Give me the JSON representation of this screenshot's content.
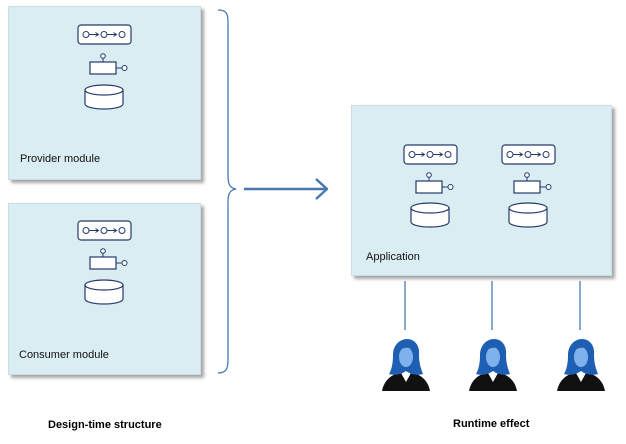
{
  "modules": [
    {
      "label": "Provider module"
    },
    {
      "label": "Consumer module"
    }
  ],
  "application": {
    "label": "Application"
  },
  "captions": {
    "design_time": "Design-time structure",
    "runtime": "Runtime effect"
  },
  "colors": {
    "box_fill": "#daedf3",
    "icon_stroke": "#243a6b",
    "arrow": "#4a78ae",
    "connector": "#4a78ae",
    "user_head": "#1e5fb3",
    "user_body": "#111111"
  },
  "icons": [
    "process-flow-icon",
    "component-icon",
    "database-icon",
    "user-icon"
  ]
}
